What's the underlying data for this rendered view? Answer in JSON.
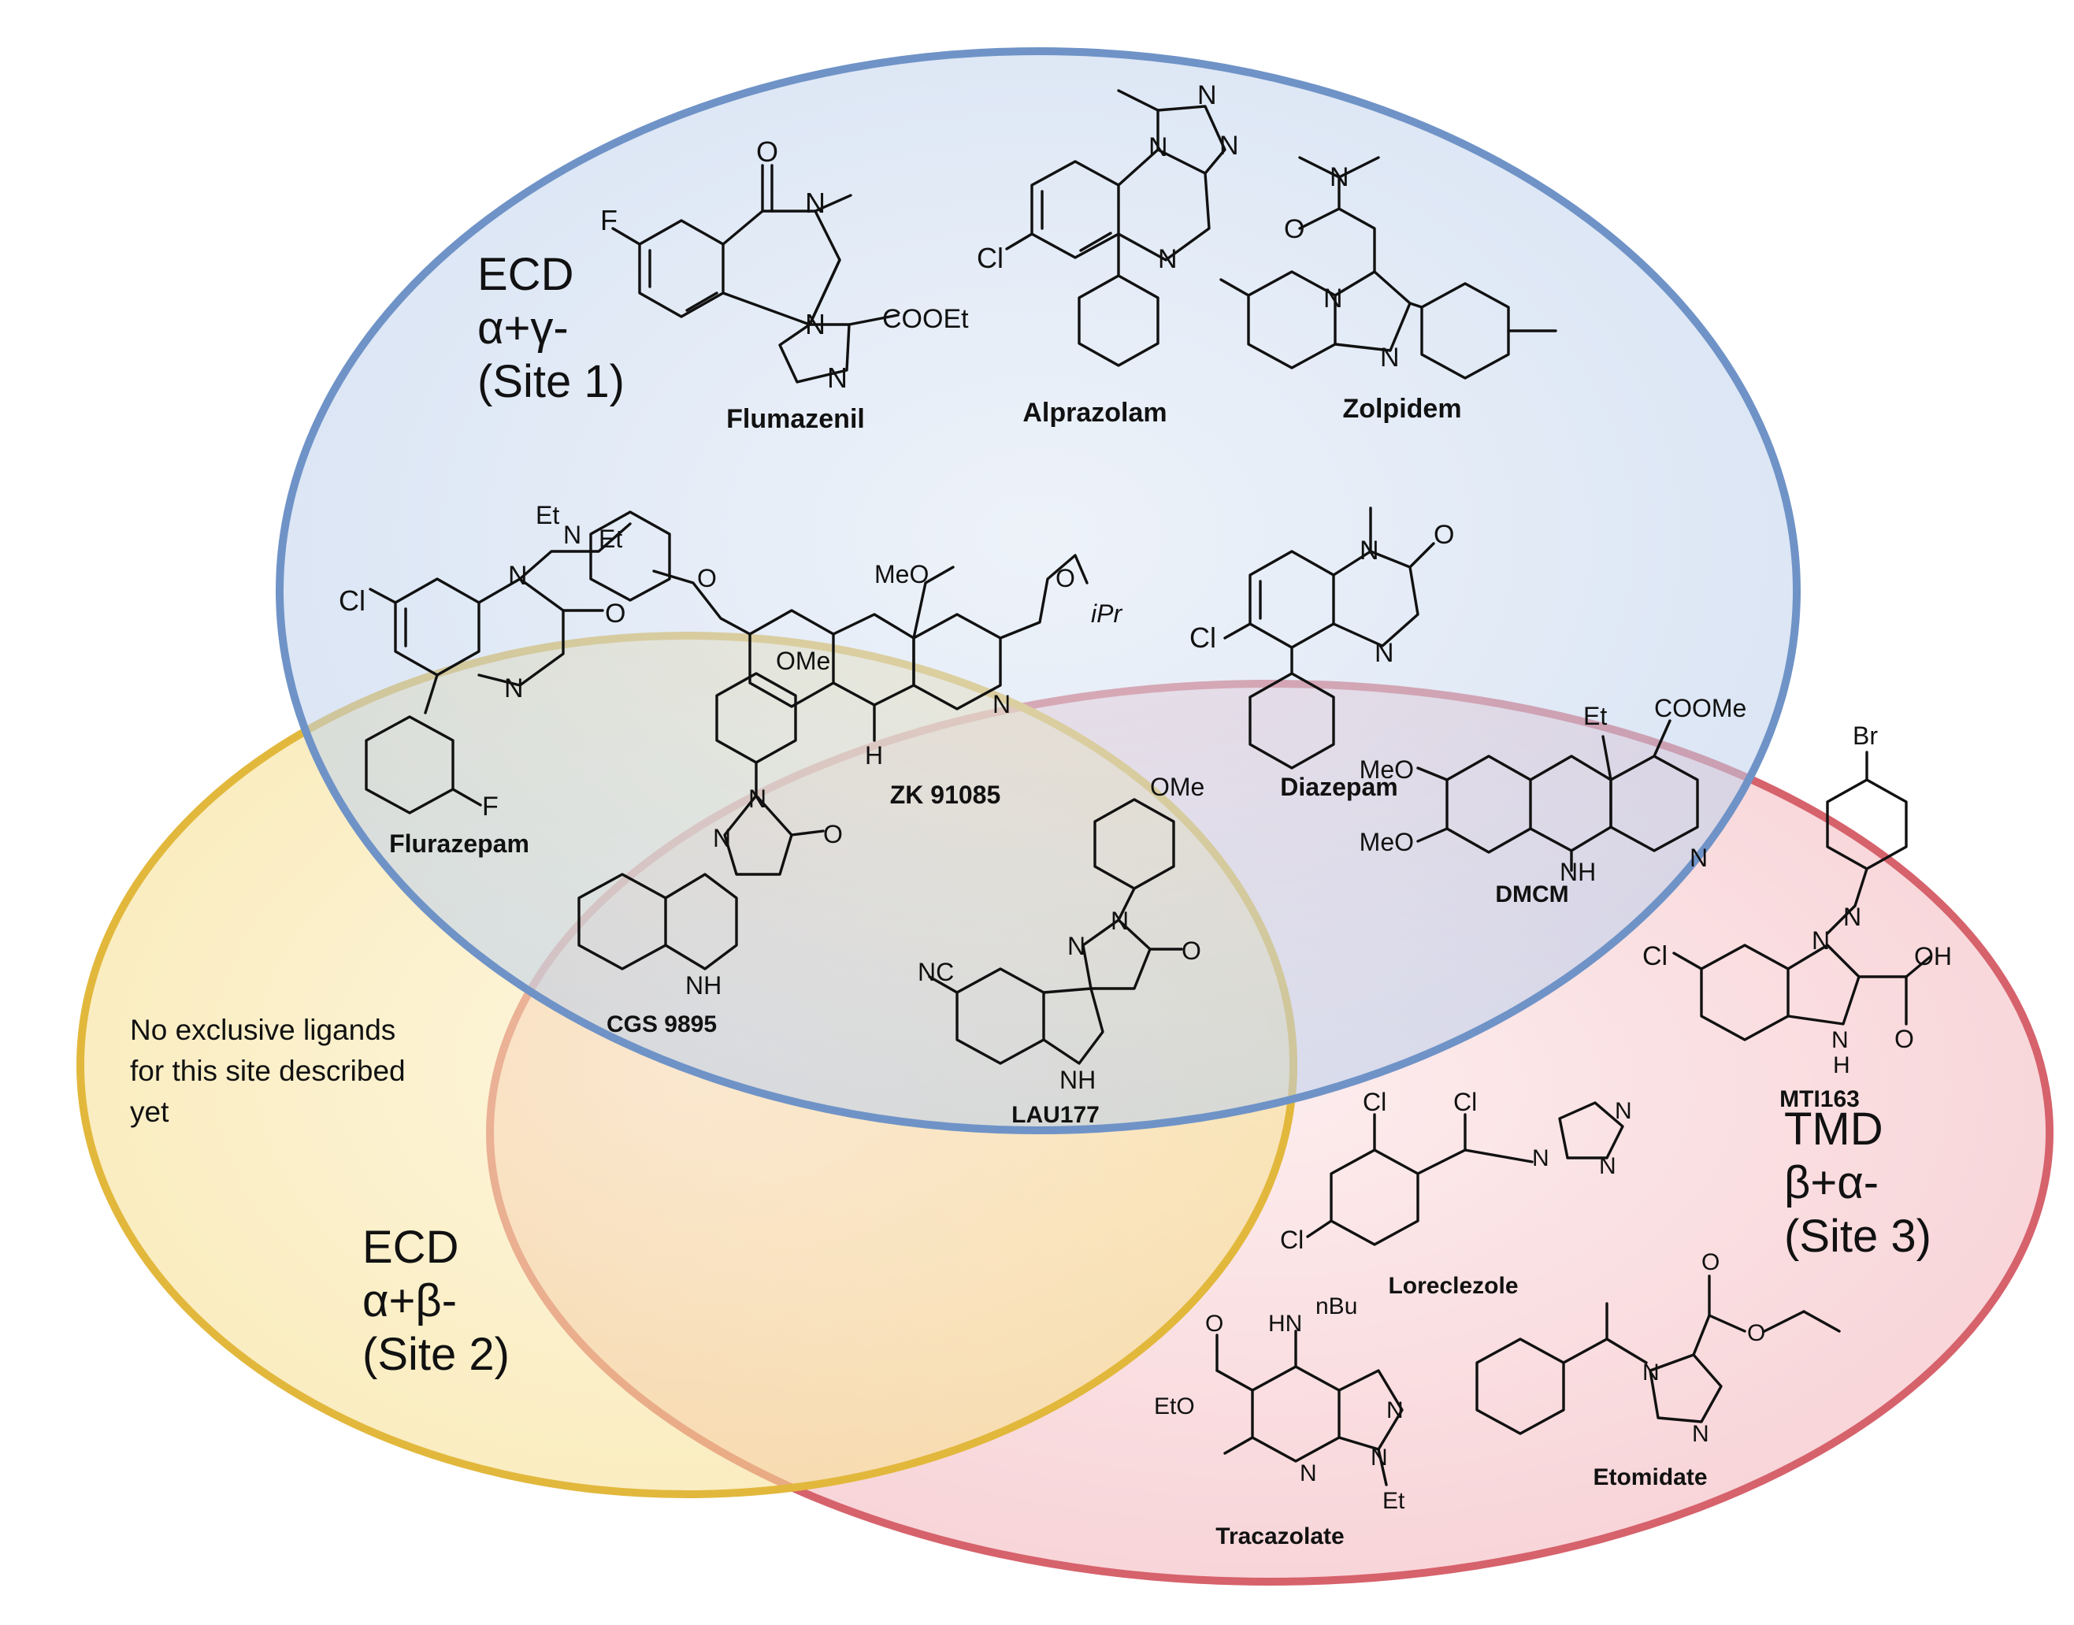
{
  "colors": {
    "site1_fill": "#b9cdea",
    "site1_stroke": "#6f93c7",
    "site2_fill": "#f6dc8a",
    "site2_stroke": "#e2b83c",
    "site3_fill": "#f3b7bd",
    "site3_stroke": "#d6626c",
    "text": "#111111"
  },
  "sites": {
    "site1": {
      "line1": "ECD",
      "line2": "α+γ-",
      "line3": "(Site 1)"
    },
    "site2": {
      "line1": "ECD",
      "line2": "α+β-",
      "line3": "(Site 2)"
    },
    "site3": {
      "line1": "TMD",
      "line2": "β+α-",
      "line3": "(Site 3)"
    }
  },
  "note": {
    "line1": "No exclusive ligands",
    "line2": "for this site described",
    "line3": "yet"
  },
  "compounds": {
    "flumazenil": "Flumazenil",
    "alprazolam": "Alprazolam",
    "zolpidem": "Zolpidem",
    "flurazepam": "Flurazepam",
    "diazepam": "Diazepam",
    "zk91085": "ZK 91085",
    "cgs9895": "CGS 9895",
    "lau177": "LAU177",
    "dmcm": "DMCM",
    "mti163": "MTI163",
    "loreclezole": "Loreclezole",
    "tracazolate": "Tracazolate",
    "etomidate": "Etomidate"
  },
  "atoms": {
    "F": "F",
    "Cl": "Cl",
    "Br": "Br",
    "N": "N",
    "O": "O",
    "H": "H",
    "NH": "NH",
    "COOEt": "COOEt",
    "COOMe": "COOMe",
    "OMe": "OMe",
    "MeO": "MeO",
    "Et": "Et",
    "iPr": "iPr",
    "NC": "NC",
    "OH": "OH",
    "HN": "HN",
    "nBu": "nBu",
    "EtO": "EtO"
  }
}
